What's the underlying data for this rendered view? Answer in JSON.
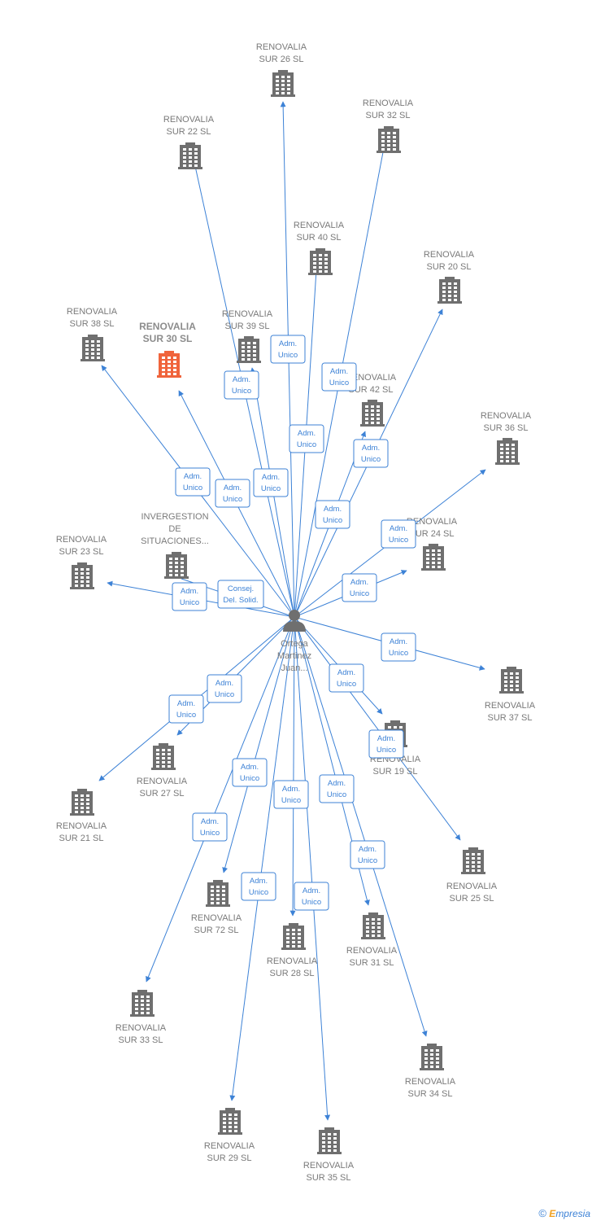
{
  "center": {
    "label_lines": [
      "Ortega",
      "Martinez",
      "Juan..."
    ]
  },
  "companies": [
    {
      "id": "sur26",
      "lines": [
        "RENOVALIA",
        "SUR 26  SL"
      ],
      "highlight": false
    },
    {
      "id": "sur32",
      "lines": [
        "RENOVALIA",
        "SUR 32  SL"
      ],
      "highlight": false
    },
    {
      "id": "sur22",
      "lines": [
        "RENOVALIA",
        "SUR 22  SL"
      ],
      "highlight": false
    },
    {
      "id": "sur40",
      "lines": [
        "RENOVALIA",
        "SUR 40  SL"
      ],
      "highlight": false
    },
    {
      "id": "sur20",
      "lines": [
        "RENOVALIA",
        "SUR 20  SL"
      ],
      "highlight": false
    },
    {
      "id": "sur38",
      "lines": [
        "RENOVALIA",
        "SUR 38  SL"
      ],
      "highlight": false
    },
    {
      "id": "sur30",
      "lines": [
        "RENOVALIA",
        "SUR 30  SL"
      ],
      "highlight": true
    },
    {
      "id": "sur39",
      "lines": [
        "RENOVALIA",
        "SUR 39  SL"
      ],
      "highlight": false
    },
    {
      "id": "sur42",
      "lines": [
        "RENOVALIA",
        "SUR 42  SL"
      ],
      "highlight": false
    },
    {
      "id": "sur36",
      "lines": [
        "RENOVALIA",
        "SUR 36  SL"
      ],
      "highlight": false
    },
    {
      "id": "invergestion",
      "lines": [
        "INVERGESTION",
        "DE",
        "SITUACIONES..."
      ],
      "highlight": false
    },
    {
      "id": "sur24",
      "lines": [
        "RENOVALIA",
        "SUR 24  SL"
      ],
      "highlight": false
    },
    {
      "id": "sur23",
      "lines": [
        "RENOVALIA",
        "SUR 23  SL"
      ],
      "highlight": false
    },
    {
      "id": "sur37",
      "lines": [
        "RENOVALIA",
        "SUR 37  SL"
      ],
      "highlight": false
    },
    {
      "id": "sur19",
      "lines": [
        "RENOVALIA",
        "SUR 19  SL"
      ],
      "highlight": false
    },
    {
      "id": "sur27",
      "lines": [
        "RENOVALIA",
        "SUR 27  SL"
      ],
      "highlight": false
    },
    {
      "id": "sur21",
      "lines": [
        "RENOVALIA",
        "SUR 21  SL"
      ],
      "highlight": false
    },
    {
      "id": "sur25",
      "lines": [
        "RENOVALIA",
        "SUR 25  SL"
      ],
      "highlight": false
    },
    {
      "id": "sur72",
      "lines": [
        "RENOVALIA",
        "SUR 72  SL"
      ],
      "highlight": false
    },
    {
      "id": "sur28",
      "lines": [
        "RENOVALIA",
        "SUR 28  SL"
      ],
      "highlight": false
    },
    {
      "id": "sur31",
      "lines": [
        "RENOVALIA",
        "SUR 31  SL"
      ],
      "highlight": false
    },
    {
      "id": "sur33",
      "lines": [
        "RENOVALIA",
        "SUR 33  SL"
      ],
      "highlight": false
    },
    {
      "id": "sur34",
      "lines": [
        "RENOVALIA",
        "SUR 34  SL"
      ],
      "highlight": false
    },
    {
      "id": "sur29",
      "lines": [
        "RENOVALIA",
        "SUR 29  SL"
      ],
      "highlight": false
    },
    {
      "id": "sur35",
      "lines": [
        "RENOVALIA",
        "SUR 35  SL"
      ],
      "highlight": false
    }
  ],
  "edges": [
    {
      "to": "sur26",
      "role": [
        "Adm.",
        "Unico"
      ]
    },
    {
      "to": "sur32",
      "role": [
        "Adm.",
        "Unico"
      ]
    },
    {
      "to": "sur22",
      "role": [
        "Adm.",
        "Unico"
      ]
    },
    {
      "to": "sur40",
      "role": [
        "Adm.",
        "Unico"
      ]
    },
    {
      "to": "sur20",
      "role": [
        "Adm.",
        "Unico"
      ]
    },
    {
      "to": "sur38",
      "role": [
        "Adm.",
        "Unico"
      ]
    },
    {
      "to": "sur30",
      "role": [
        "Adm.",
        "Unico"
      ]
    },
    {
      "to": "sur39",
      "role": [
        "Adm.",
        "Unico"
      ]
    },
    {
      "to": "sur42",
      "role": [
        "Adm.",
        "Unico"
      ]
    },
    {
      "to": "sur36",
      "role": [
        "Adm.",
        "Unico"
      ]
    },
    {
      "to": "invergestion",
      "role": [
        "Consej.",
        "Del. Solid."
      ]
    },
    {
      "to": "sur24",
      "role": [
        "Adm.",
        "Unico"
      ]
    },
    {
      "to": "sur23",
      "role": [
        "Adm.",
        "Unico"
      ]
    },
    {
      "to": "sur37",
      "role": [
        "Adm.",
        "Unico"
      ]
    },
    {
      "to": "sur19",
      "role": [
        "Adm.",
        "Unico"
      ]
    },
    {
      "to": "sur27",
      "role": [
        "Adm.",
        "Unico"
      ]
    },
    {
      "to": "sur21",
      "role": [
        "Adm.",
        "Unico"
      ]
    },
    {
      "to": "sur25",
      "role": [
        "Adm.",
        "Unico"
      ]
    },
    {
      "to": "sur72",
      "role": [
        "Adm.",
        "Unico"
      ]
    },
    {
      "to": "sur28",
      "role": [
        "Adm.",
        "Unico"
      ]
    },
    {
      "to": "sur31",
      "role": [
        "Adm.",
        "Unico"
      ]
    },
    {
      "to": "sur33",
      "role": [
        "Adm.",
        "Unico"
      ]
    },
    {
      "to": "sur34",
      "role": [
        "Adm.",
        "Unico"
      ]
    },
    {
      "to": "sur29",
      "role": [
        "Adm.",
        "Unico"
      ]
    },
    {
      "to": "sur35",
      "role": [
        "Adm.",
        "Unico"
      ]
    }
  ],
  "colors": {
    "edge": "#3d82d6",
    "building": "#6f6f6f",
    "highlight": "#f0643c",
    "label": "#7a7a7a"
  },
  "icons": {
    "company": "building-icon",
    "person": "person-icon"
  },
  "footer": {
    "copyright_symbol": "©",
    "brand_first": "E",
    "brand_rest": "mpresia"
  }
}
